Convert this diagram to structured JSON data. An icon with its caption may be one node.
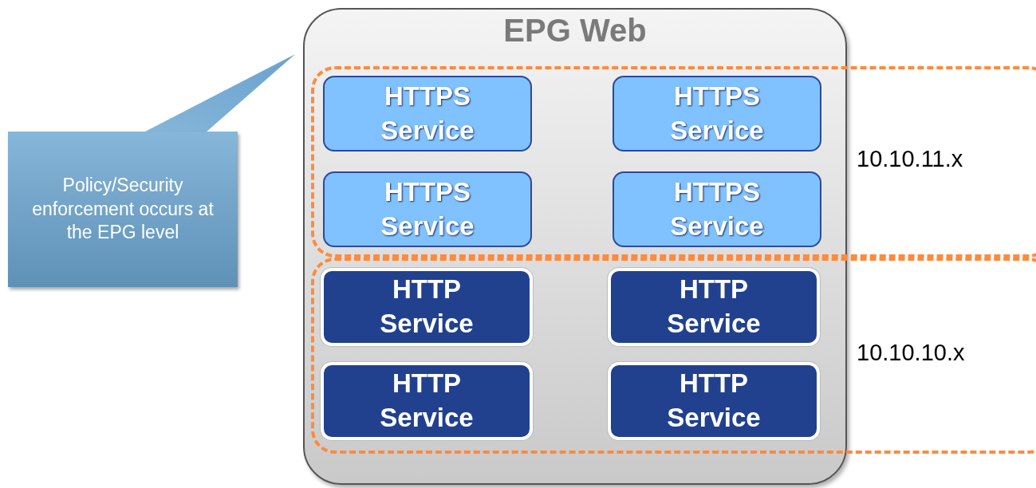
{
  "diagram": {
    "nodes": [
      {
        "text": [
          "Policy/Security enforcement occurs at the EPG level"
        ]
      },
      {
        "text": [
          "EPG Web"
        ]
      },
      {
        "text": [
          "HTTPS Service"
        ]
      },
      {
        "text": [
          "HTTPS Service"
        ]
      },
      {
        "text": [
          "HTTPS Service"
        ]
      },
      {
        "text": [
          "HTTPS Service"
        ]
      },
      {
        "text": [
          "HTTP Service"
        ]
      },
      {
        "text": [
          "HTTP Service"
        ]
      },
      {
        "text": [
          "HTTP Service"
        ]
      },
      {
        "text": [
          "HTTP Service"
        ]
      },
      {
        "text": [
          "10.10.11.x"
        ]
      },
      {
        "text": [
          "10.10.10.x"
        ]
      }
    ],
    "edges": [
      {
        "from": 0,
        "to": 1,
        "arrow": "none"
      }
    ]
  }
}
